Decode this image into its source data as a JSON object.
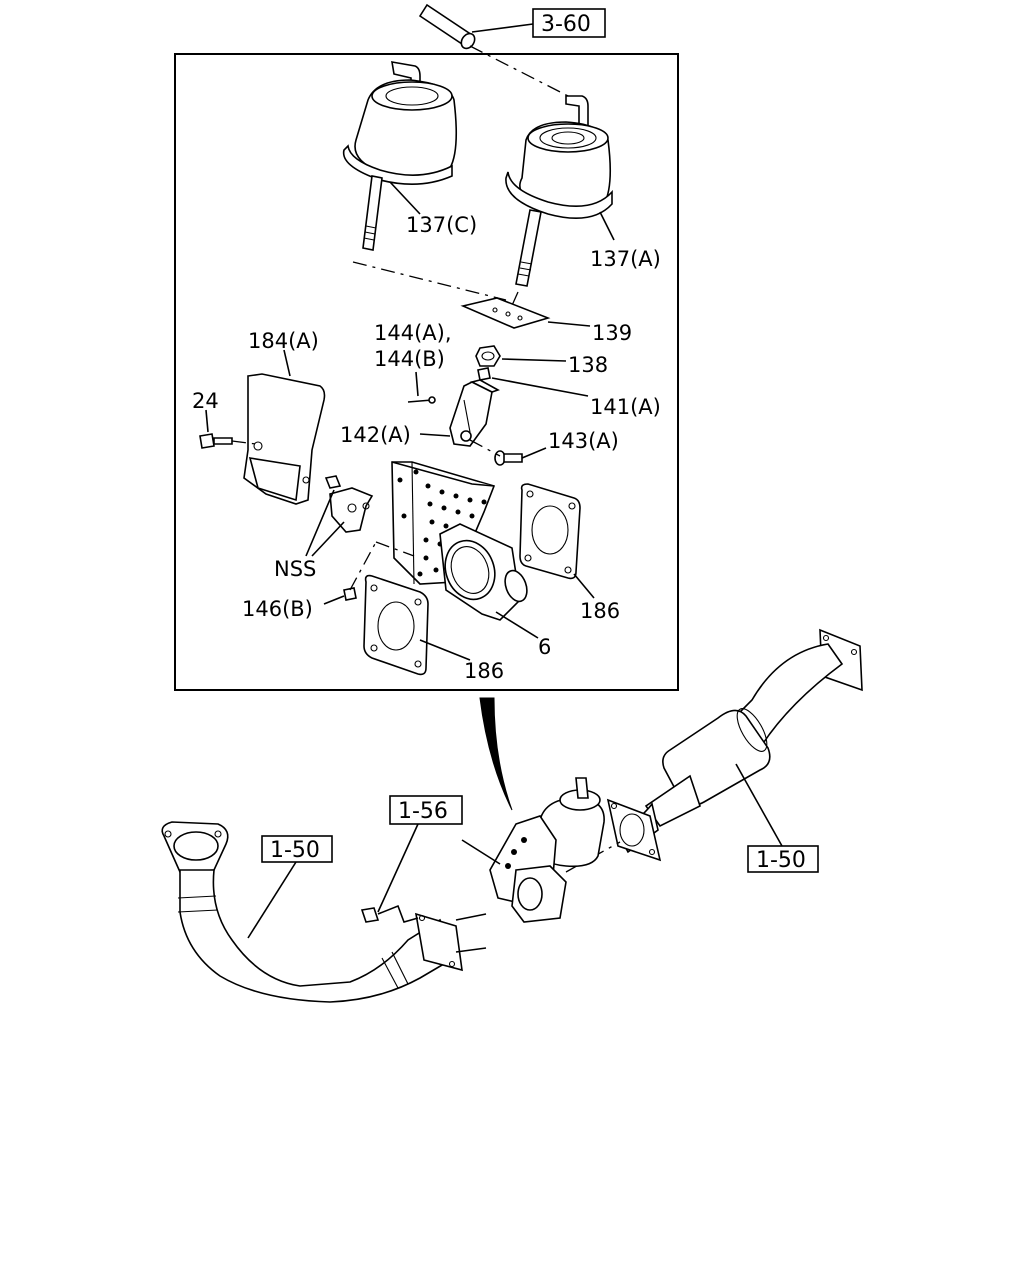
{
  "labels": {
    "ref_3_60": "3-60",
    "p137c": "137(C)",
    "p137a": "137(A)",
    "p139": "139",
    "p144a": "144(A),",
    "p144b": "144(B)",
    "p138": "138",
    "p184a": "184(A)",
    "p24": "24",
    "p141a": "141(A)",
    "p142a": "142(A)",
    "p143a": "143(A)",
    "nss": "NSS",
    "p146b": "146(B)",
    "p186_right": "186",
    "p6": "6",
    "p186_bottom": "186",
    "ref_1_56": "1-56",
    "ref_1_50_left": "1-50",
    "ref_1_50_right": "1-50"
  }
}
